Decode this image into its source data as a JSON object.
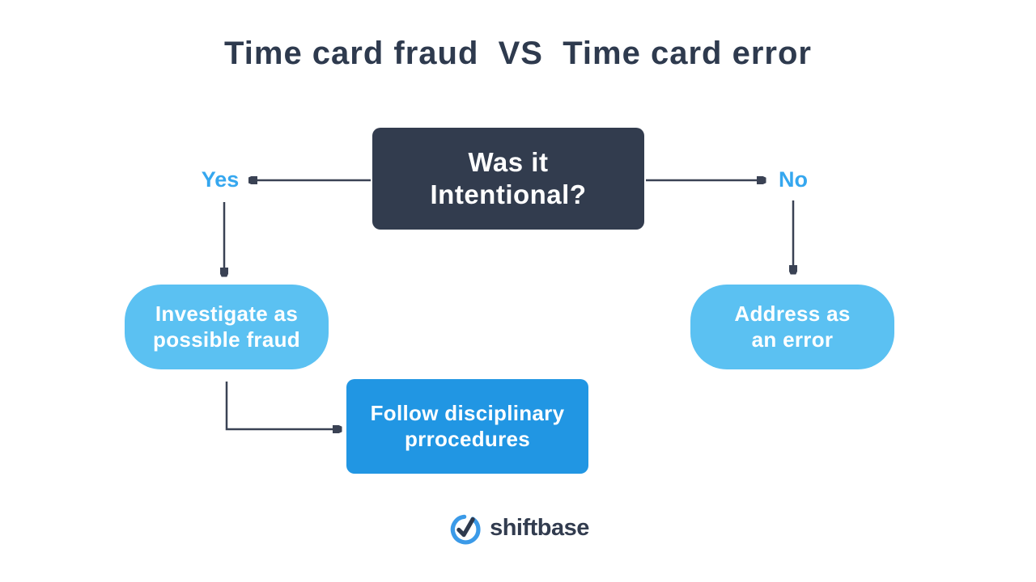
{
  "title": "Time card fraud  VS  Time card error",
  "flowchart": {
    "question_node": {
      "label": "Was it\nIntentional?"
    },
    "yes_branch": {
      "label": "Yes",
      "outcome_node": {
        "label": "Investigate as\npossible fraud"
      },
      "action_node": {
        "label": "Follow disciplinary\nprrocedures"
      }
    },
    "no_branch": {
      "label": "No",
      "outcome_node": {
        "label": "Address as\nan error"
      }
    }
  },
  "footer": {
    "brand": "shiftbase",
    "logo_icon": "clock-check-icon"
  },
  "colors": {
    "background": "#ffffff",
    "title_text": "#2e3a4e",
    "question_box": "#323c4e",
    "outcome_box": "#5bc1f2",
    "action_box": "#2196e3",
    "branch_label": "#35a7ef",
    "arrow": "#3a4254",
    "node_text": "#ffffff",
    "logo_ring": "#3b9ae8",
    "logo_check": "#2e3a4e",
    "brand_text": "#323c4f"
  }
}
